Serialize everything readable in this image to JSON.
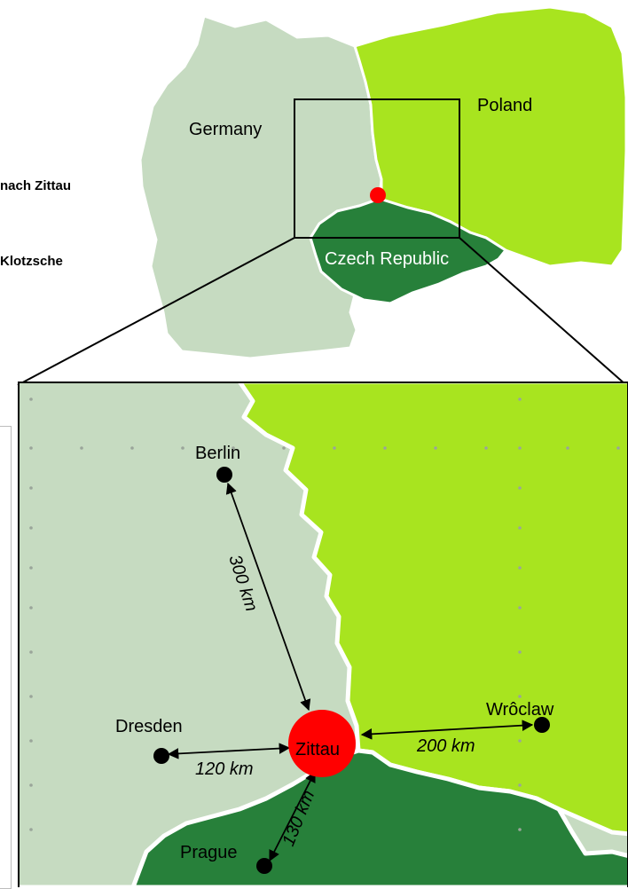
{
  "side_labels": {
    "top": "nach Zittau",
    "bottom": "Klotzsche"
  },
  "overview": {
    "labels": {
      "germany": "Germany",
      "poland": "Poland",
      "czech": "Czech Republic"
    }
  },
  "detail": {
    "cities": {
      "berlin": "Berlin",
      "dresden": "Dresden",
      "zittau": "Zittau",
      "wroclaw": "Wrôclaw",
      "prague": "Prague"
    },
    "distances": {
      "berlin": "300 km",
      "dresden": "120 km",
      "wroclaw": "200 km",
      "prague": "130 km"
    }
  },
  "colors": {
    "germany": "#c6dbc1",
    "poland": "#a8e41f",
    "czech": "#27803a",
    "zittau_marker": "#ff0000",
    "border_line": "#ffffff"
  }
}
